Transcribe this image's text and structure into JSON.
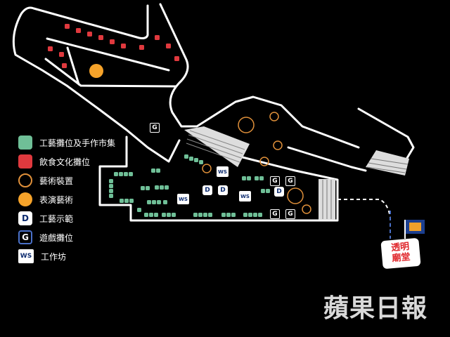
{
  "colors": {
    "craft_booth": "#6fbf97",
    "food_booth": "#e0393e",
    "art_installation": "#e0903a",
    "performance": "#f6a32a",
    "path": "#ffffff",
    "route_dash": "#4a70c8"
  },
  "legend": [
    {
      "key": "craft",
      "icon": "green-square",
      "label": "工藝攤位及手作市集"
    },
    {
      "key": "food",
      "icon": "red-square",
      "label": "飲食文化攤位"
    },
    {
      "key": "art",
      "icon": "orange-ring",
      "label": "藝術裝置"
    },
    {
      "key": "performance",
      "icon": "orange-dot",
      "label": "表演藝術"
    },
    {
      "key": "demo",
      "icon": "d-badge",
      "symbol": "D",
      "label": "工藝示範"
    },
    {
      "key": "game",
      "icon": "g-badge",
      "symbol": "G",
      "label": "遊戲攤位"
    },
    {
      "key": "workshop",
      "icon": "ws-badge",
      "symbol": "WS",
      "label": "工作坊"
    }
  ],
  "stations": [
    {
      "type": "g",
      "symbol": "G"
    },
    {
      "type": "ws",
      "symbol": "WS"
    },
    {
      "type": "ws",
      "symbol": "WS"
    },
    {
      "type": "d",
      "symbol": "D"
    },
    {
      "type": "d",
      "symbol": "D"
    },
    {
      "type": "ws",
      "symbol": "WS"
    },
    {
      "type": "g",
      "symbol": "G"
    },
    {
      "type": "g",
      "symbol": "G"
    },
    {
      "type": "d",
      "symbol": "D"
    },
    {
      "type": "g",
      "symbol": "G"
    },
    {
      "type": "g",
      "symbol": "G"
    }
  ],
  "temple": {
    "line1": "透明",
    "line2": "廟堂",
    "icon": "temple-icon"
  },
  "watermark": "蘋果日報"
}
